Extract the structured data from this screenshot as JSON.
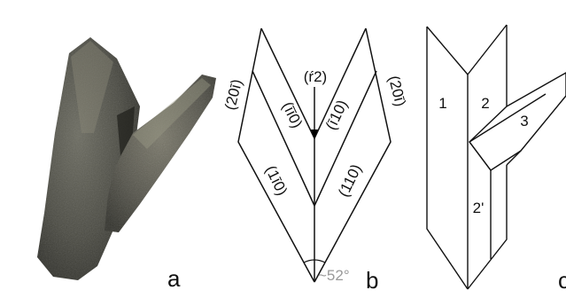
{
  "panels": {
    "a": {
      "letter": "a"
    },
    "b": {
      "letter": "b",
      "labels": {
        "top_left_face": "(20ī)",
        "top_right_face": "(20ī)",
        "center_face": "(ŕ2)",
        "upper_left_face": "(īī0)",
        "upper_right_face": "(ī10)",
        "lower_left_face": "(1ī0)",
        "lower_right_face": "(110)",
        "angle": "~52°"
      }
    },
    "c": {
      "letter": "c",
      "labels": {
        "one": "1",
        "two": "2",
        "three": "3",
        "two_prime": "2'"
      }
    }
  },
  "colors": {
    "line": "#111111",
    "angle_text": "#9a9a9a",
    "arrow": "#000000"
  }
}
